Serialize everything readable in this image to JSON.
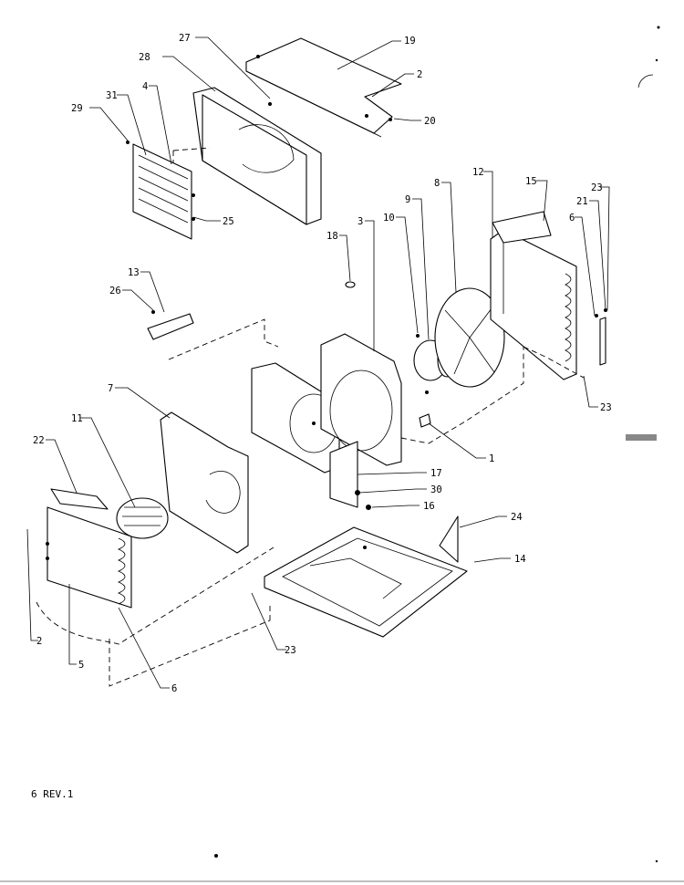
{
  "callouts": {
    "c27": "27",
    "c19": "19",
    "c28": "28",
    "c2_top": "2",
    "c20": "20",
    "c29": "29",
    "c31": "31",
    "c4": "4",
    "c25": "25",
    "c12": "12",
    "c15": "15",
    "c23_top": "23",
    "c8": "8",
    "c9": "9",
    "c3": "3",
    "c10": "10",
    "c21": "21",
    "c6_right": "6",
    "c18": "18",
    "c13": "13",
    "c26": "26",
    "c23_mid": "23",
    "c7": "7",
    "c1": "1",
    "c11": "11",
    "c17": "17",
    "c22": "22",
    "c30": "30",
    "c16": "16",
    "c24": "24",
    "c14": "14",
    "c2_left": "2",
    "c5": "5",
    "c23_bot": "23",
    "c6_left": "6"
  },
  "footer": {
    "revision": "6 REV.1"
  }
}
